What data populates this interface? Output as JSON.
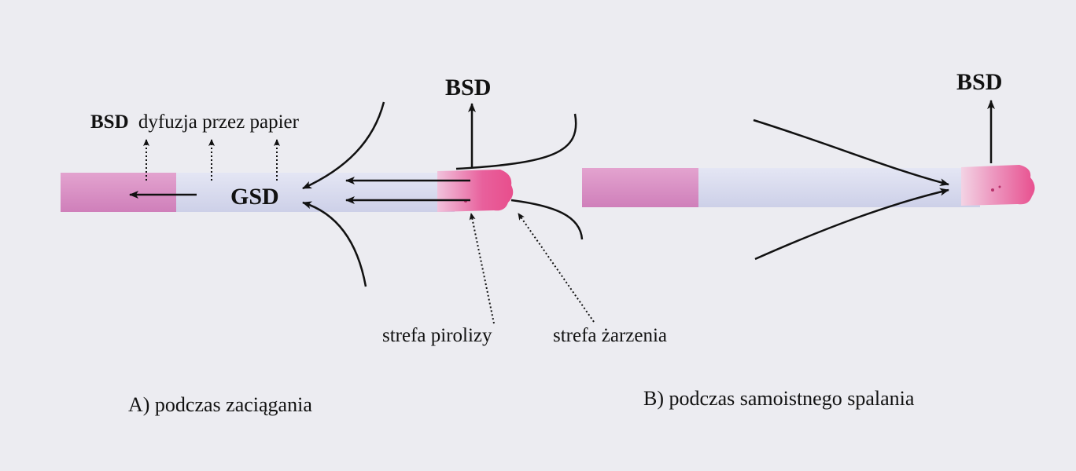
{
  "panel_a": {
    "bsd_top": "BSD",
    "bsd_side": "BSD",
    "diffusion_label": "dyfuzja przez papier",
    "gsd": "GSD",
    "pyrolysis_zone": "strefa pirolizy",
    "glow_zone": "strefa żarzenia",
    "caption": "A) podczas zaciągania"
  },
  "panel_b": {
    "bsd_top": "BSD",
    "caption": "B)  podczas samoistnego spalania"
  },
  "colors": {
    "background": "#ececf1",
    "filter": "#d88cc4",
    "paper": "#d9dcef",
    "ember": "#e8508f",
    "ink": "#111111"
  }
}
